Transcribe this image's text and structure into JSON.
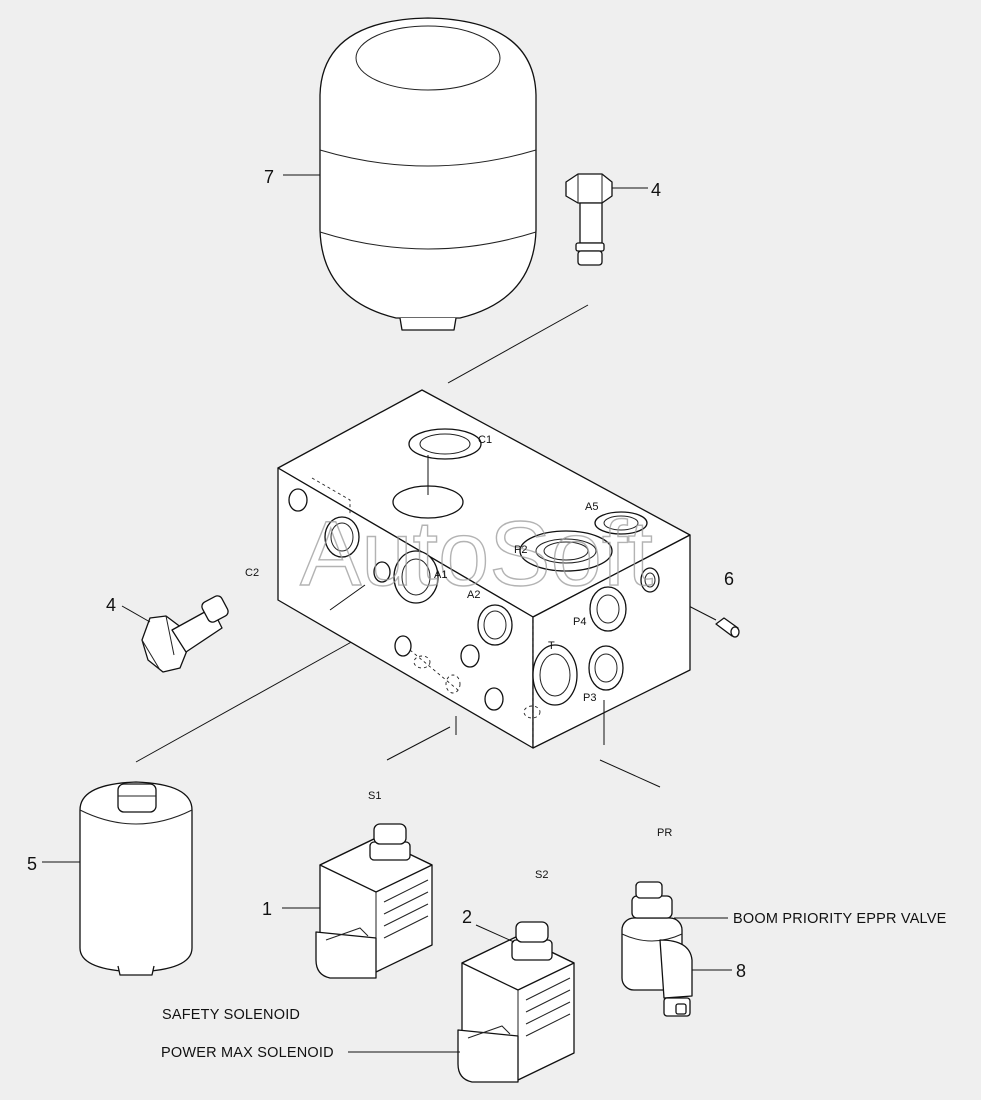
{
  "watermark": "AutoSoft",
  "callouts": {
    "c1": "1",
    "c2": "2",
    "c4a": "4",
    "c4b": "4",
    "c5": "5",
    "c6": "6",
    "c7": "7",
    "c8": "8"
  },
  "ports": {
    "C1": "C1",
    "C2": "C2",
    "A1": "A1",
    "A2": "A2",
    "A5": "A5",
    "P2": "P2",
    "P3": "P3",
    "P4": "P4",
    "T": "T",
    "S1": "S1",
    "S2": "S2",
    "PR": "PR"
  },
  "captions": {
    "boom_priority": "BOOM PRIORITY EPPR VALVE",
    "safety": "SAFETY SOLENOID",
    "power_max": "POWER MAX SOLENOID"
  }
}
